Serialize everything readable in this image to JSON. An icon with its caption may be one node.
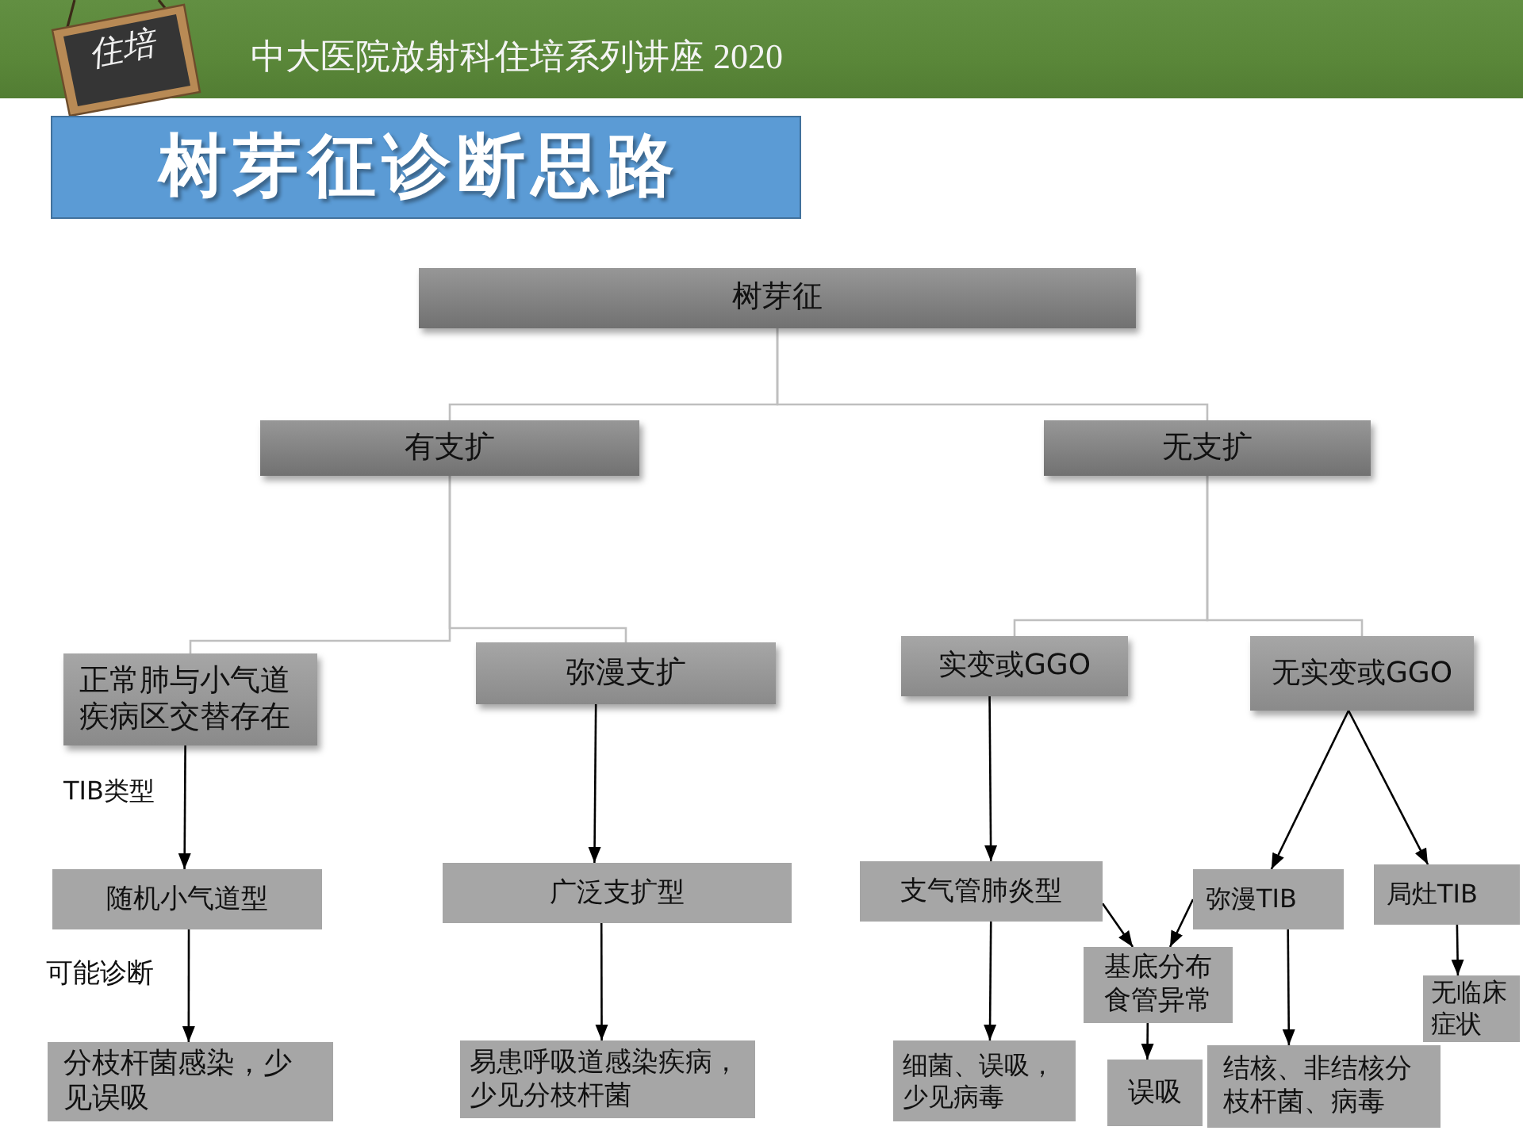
{
  "diagram": {
    "title": "树芽征诊断思路",
    "nodes": [
      {
        "text": [
          "树芽征"
        ]
      },
      {
        "text": [
          "有支扩"
        ]
      },
      {
        "text": [
          "无支扩"
        ]
      },
      {
        "text": [
          "正常肺与小气道疾病区交替存在"
        ]
      },
      {
        "text": [
          "弥漫支扩"
        ]
      },
      {
        "text": [
          "实变或GGO"
        ]
      },
      {
        "text": [
          "无实变或GGO"
        ]
      },
      {
        "text": [
          "随机小气道型"
        ]
      },
      {
        "text": [
          "广泛支扩型"
        ]
      },
      {
        "text": [
          "支气管肺炎型"
        ]
      },
      {
        "text": [
          "弥漫TIB"
        ]
      },
      {
        "text": [
          "局灶TIB"
        ]
      },
      {
        "text": [
          "基底分布食管异常"
        ]
      },
      {
        "text": [
          "无临床症状"
        ]
      },
      {
        "text": [
          "分枝杆菌感染，少见误吸"
        ]
      },
      {
        "text": [
          "易患呼吸道感染疾病，少见分枝杆菌"
        ]
      },
      {
        "text": [
          "细菌、误吸，少见病毒"
        ]
      },
      {
        "text": [
          "误吸"
        ]
      },
      {
        "text": [
          "结核、非结核分枝杆菌、病毒"
        ]
      }
    ],
    "edges": [
      {
        "from": 0,
        "to": 1,
        "arrow": "none",
        "color": "#bfbfbf"
      },
      {
        "from": 0,
        "to": 2,
        "arrow": "none",
        "color": "#bfbfbf"
      },
      {
        "from": 1,
        "to": 3,
        "arrow": "none",
        "color": "#bfbfbf"
      },
      {
        "from": 1,
        "to": 4,
        "arrow": "none",
        "color": "#bfbfbf"
      },
      {
        "from": 2,
        "to": 5,
        "arrow": "none",
        "color": "#bfbfbf"
      },
      {
        "from": 2,
        "to": 6,
        "arrow": "none",
        "color": "#bfbfbf"
      },
      {
        "from": 3,
        "to": 7,
        "arrow": "to",
        "label": "TIB类型"
      },
      {
        "from": 7,
        "to": 14,
        "arrow": "to",
        "label": "可能诊断"
      },
      {
        "from": 4,
        "to": 8,
        "arrow": "to"
      },
      {
        "from": 8,
        "to": 15,
        "arrow": "to"
      },
      {
        "from": 5,
        "to": 9,
        "arrow": "to"
      },
      {
        "from": 9,
        "to": 16,
        "arrow": "to"
      },
      {
        "from": 9,
        "to": 12,
        "arrow": "to"
      },
      {
        "from": 10,
        "to": 12,
        "arrow": "to"
      },
      {
        "from": 6,
        "to": 10,
        "arrow": "to"
      },
      {
        "from": 6,
        "to": 11,
        "arrow": "to"
      },
      {
        "from": 10,
        "to": 18,
        "arrow": "to"
      },
      {
        "from": 11,
        "to": 13,
        "arrow": "to"
      },
      {
        "from": 12,
        "to": 17,
        "arrow": "to"
      }
    ],
    "labels": [
      "住培",
      "中大医院放射科住培系列讲座 2020"
    ]
  }
}
